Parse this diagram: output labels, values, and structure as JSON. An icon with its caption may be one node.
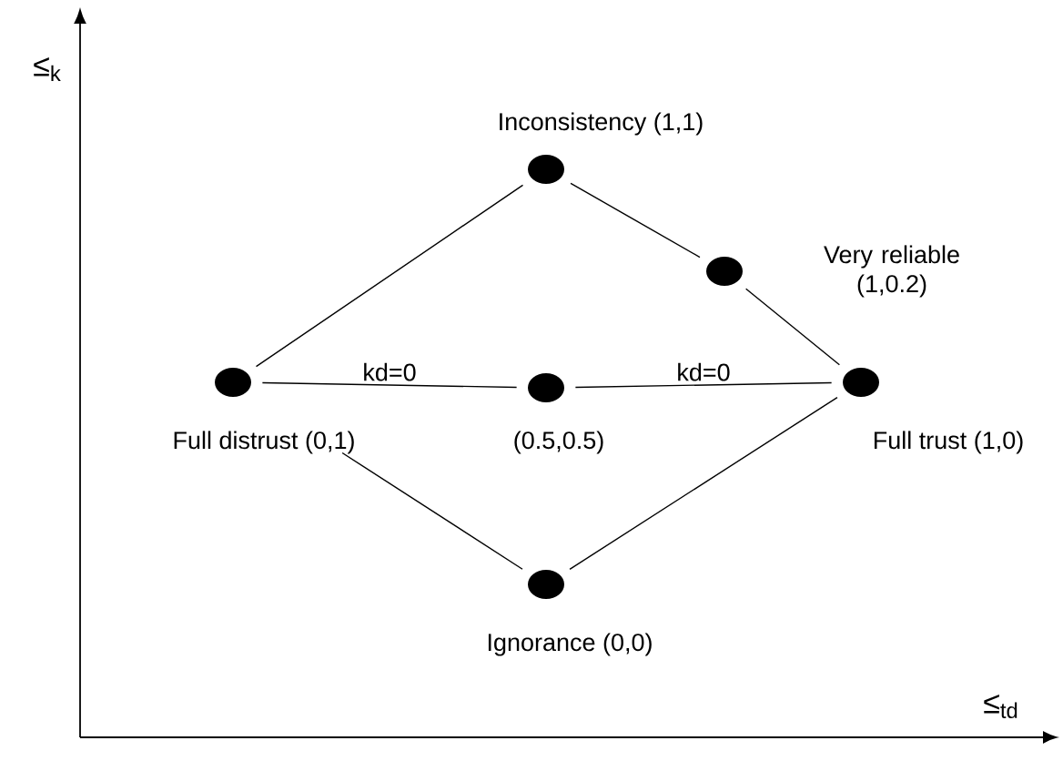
{
  "diagram": {
    "nodes": [
      {
        "text": [],
        "shape": "circle",
        "beside": [
          "Inconsistency (1,1)"
        ]
      },
      {
        "text": [],
        "shape": "circle",
        "beside": [
          "Very reliable (1,0.2)"
        ]
      },
      {
        "text": [],
        "shape": "circle",
        "beside": [
          "Full distrust (0,1)"
        ]
      },
      {
        "text": [],
        "shape": "circle",
        "beside": [
          "(0.5,0.5)"
        ]
      },
      {
        "text": [],
        "shape": "circle",
        "beside": [
          "Full trust (1,0)"
        ]
      },
      {
        "text": [],
        "shape": "circle",
        "beside": [
          "Ignorance (0,0)"
        ]
      }
    ],
    "edges": [
      {
        "from": 0,
        "to": 1,
        "arrow": "none"
      },
      {
        "from": 1,
        "to": 4,
        "arrow": "none"
      },
      {
        "from": 0,
        "to": 2,
        "arrow": "none"
      },
      {
        "from": 2,
        "to": 3,
        "arrow": "none",
        "label": "kd=0"
      },
      {
        "from": 3,
        "to": 4,
        "arrow": "none",
        "label": "kd=0"
      },
      {
        "from": 2,
        "to": 5,
        "arrow": "none"
      },
      {
        "from": 5,
        "to": 4,
        "arrow": "none"
      }
    ],
    "labels": [
      "≤$_{k}$",
      "≤$_{td}$"
    ]
  }
}
